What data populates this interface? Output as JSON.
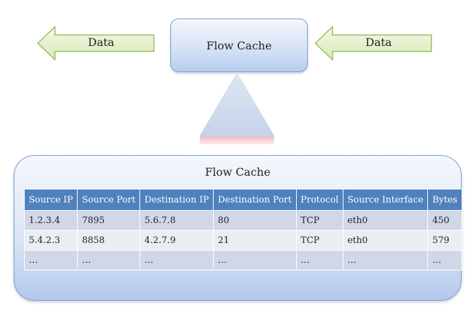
{
  "top": {
    "left_arrow_label": "Data",
    "right_arrow_label": "Data",
    "cache_box_label": "Flow Cache"
  },
  "panel": {
    "title": "Flow Cache",
    "columns": [
      "Source IP",
      "Source Port",
      "Destination IP",
      "Destination Port",
      "Protocol",
      "Source Interface",
      "Bytes"
    ],
    "rows": [
      [
        "1.2.3.4",
        "7895",
        "5.6.7.8",
        "80",
        "TCP",
        "eth0",
        "450"
      ],
      [
        "5.4.2.3",
        "8858",
        "4.2.7.9",
        "21",
        "TCP",
        "eth0",
        "579"
      ],
      [
        "…",
        "…",
        "…",
        "…",
        "…",
        "…",
        "…"
      ]
    ]
  },
  "colors": {
    "arrow_fill": "#e4f1cf",
    "arrow_stroke": "#9bbb59",
    "table_header": "#4f81bd",
    "row_band_a": "#d0d8e8",
    "row_band_b": "#e9edf4",
    "triangle": "#c9d6ea"
  }
}
